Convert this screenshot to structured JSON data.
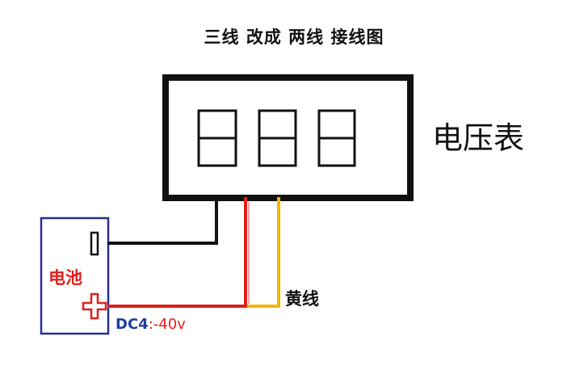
{
  "title": "三线 改成 两线 接线图",
  "voltmeter_label": "电压表",
  "battery_label": "电池",
  "yellow_wire_label": "黄线",
  "dc_range": {
    "prefix": "DC4",
    "suffix": ":-40v"
  },
  "display": {
    "digits": 3
  },
  "colors": {
    "frame": "#111111",
    "battery_outline": "#2a2f8f",
    "red_wire": "#e0201c",
    "yellow_wire": "#f5b400",
    "black_wire": "#111111"
  }
}
